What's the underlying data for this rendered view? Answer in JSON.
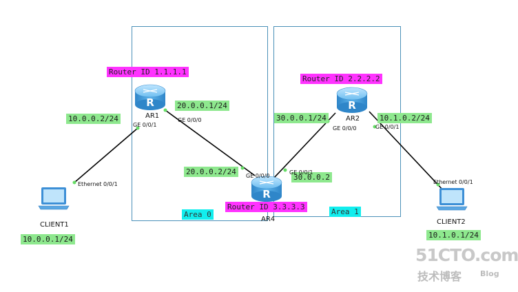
{
  "areas": [
    {
      "label": "Area 0"
    },
    {
      "label": "Area 1"
    }
  ],
  "routers": [
    {
      "name": "AR1",
      "router_id": "Router ID 1.1.1.1"
    },
    {
      "name": "AR2",
      "router_id": "Router ID 2.2.2.2"
    },
    {
      "name": "AR4",
      "router_id": "Router ID 3.3.3.3"
    }
  ],
  "clients": [
    {
      "name": "CLIENT1",
      "ip": "10.0.0.1/24",
      "port": "Ethernet 0/0/1"
    },
    {
      "name": "CLIENT2",
      "ip": "10.1.0.1/24",
      "port": "Ethernet 0/0/1"
    }
  ],
  "ip_labels": {
    "ar1_client": "10.0.0.2/24",
    "ar1_ar4": "20.0.0.1/24",
    "ar4_ar1": "20.0.0.2/24",
    "ar2_ar4": "30.0.0.1/24",
    "ar4_ar2": "30.0.0.2",
    "ar2_client": "10.1.0.2/24"
  },
  "ports": {
    "ar1_ge001": "GE 0/0/1",
    "ar1_ge000": "GE 0/0/0",
    "ar4_ge000": "GE 0/0/0",
    "ar4_ge001": "GE 0/0/1",
    "ar2_ge000": "GE 0/0/0",
    "ar2_ge001": "GE 0/0/1"
  },
  "watermark": {
    "site": "51CTO.com",
    "cn": "技术博客",
    "blog": "Blog"
  },
  "colors": {
    "ip_label_bg": "#8ee88e",
    "router_id_bg": "#ff33ff",
    "area_label_bg": "#11eeee",
    "area_border": "#4a90b8",
    "link": "#000000",
    "router_body": "#4aa3e0"
  }
}
